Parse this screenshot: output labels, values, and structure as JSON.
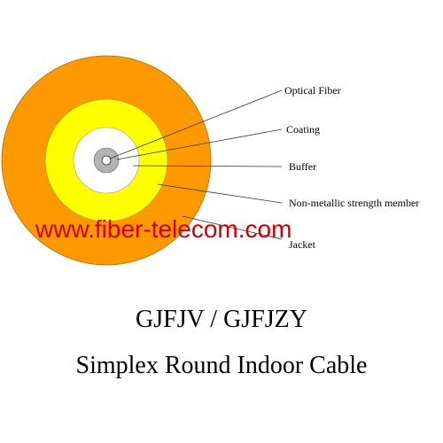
{
  "diagram": {
    "labels": {
      "optical_fiber": "Optical Fiber",
      "coating": "Coating",
      "buffer": "Buffer",
      "strength_member": "Non-metallic strength member",
      "jacket": "Jacket"
    },
    "colors": {
      "jacket": "#ff9900",
      "strength_member": "#ffff00",
      "buffer": "#ffffff",
      "coating": "#b3b3b3",
      "fiber": "#ffffff",
      "watermark": "#cc0000"
    }
  },
  "watermark": "www.fiber-telecom.com",
  "titles": {
    "model": "GJFJV / GJFJZY",
    "description": "Simplex Round Indoor Cable"
  }
}
